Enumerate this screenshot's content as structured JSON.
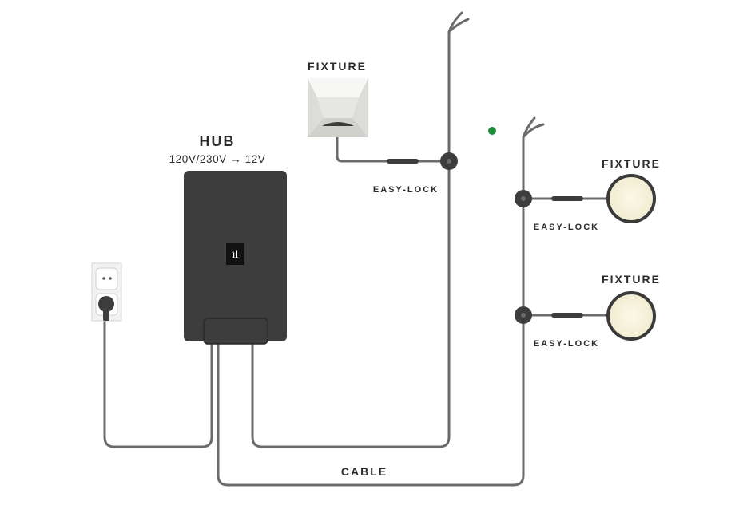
{
  "hub": {
    "title": "HUB",
    "voltage": "120V/230V → 12V",
    "logo": "il"
  },
  "fixtures": {
    "top": "FIXTURE",
    "right_upper": "FIXTURE",
    "right_lower": "FIXTURE"
  },
  "connectors": {
    "top": "EASY-LOCK",
    "right_upper": "EASY-LOCK",
    "right_lower": "EASY-LOCK"
  },
  "cable": "CABLE",
  "colors": {
    "wire": "#6b6b6b",
    "hub_body": "#3d3d3d",
    "fixture_light": "#f7f3de",
    "status_dot": "#1e8b3a"
  },
  "icons": [
    "power-outlet-icon",
    "plug-icon",
    "square-fixture-icon",
    "round-fixture-icon",
    "connector-icon",
    "status-dot-icon"
  ]
}
